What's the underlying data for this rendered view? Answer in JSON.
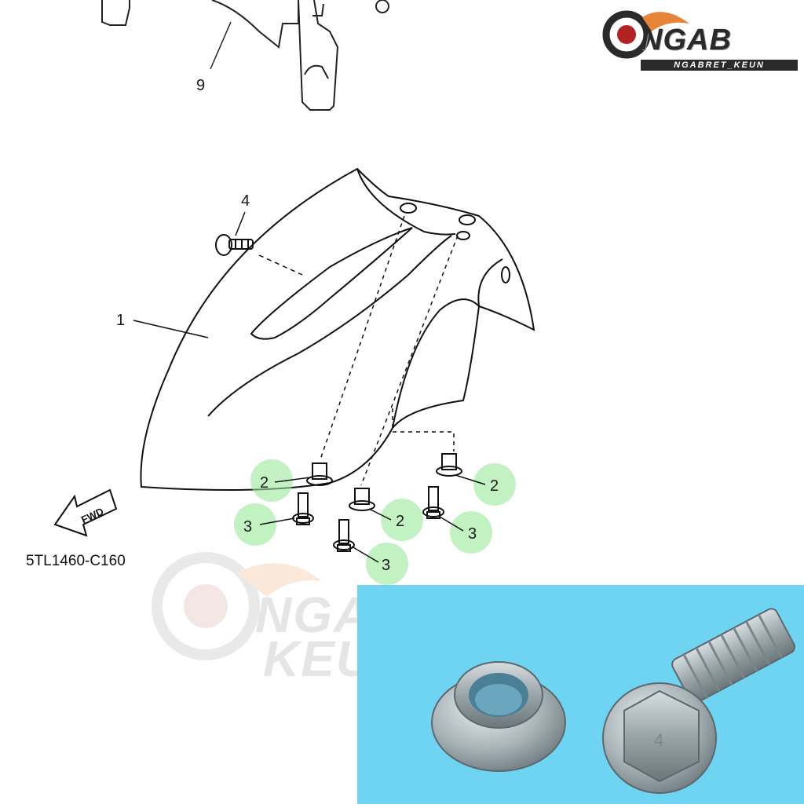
{
  "diagram": {
    "part_code": "5TL1460-C160",
    "fwd_label": "FWD",
    "callouts": {
      "part_9": "9",
      "part_4": "4",
      "part_1": "1",
      "part_2_a": "2",
      "part_2_b": "2",
      "part_2_c": "2",
      "part_3_a": "3",
      "part_3_b": "3",
      "part_3_c": "3"
    },
    "highlight_color": "#9be89b"
  },
  "logo": {
    "main_text": "NGAB",
    "sub_text": "NGABRET_KEUN",
    "turbo_icon": "turbo-icon"
  },
  "watermark": {
    "line1": "NGABRET",
    "line2": "KEUN"
  },
  "photo": {
    "background_color": "#6fd3f2",
    "items": [
      "collar-spacer",
      "flange-bolt"
    ],
    "bolt_head_marking": "4"
  }
}
